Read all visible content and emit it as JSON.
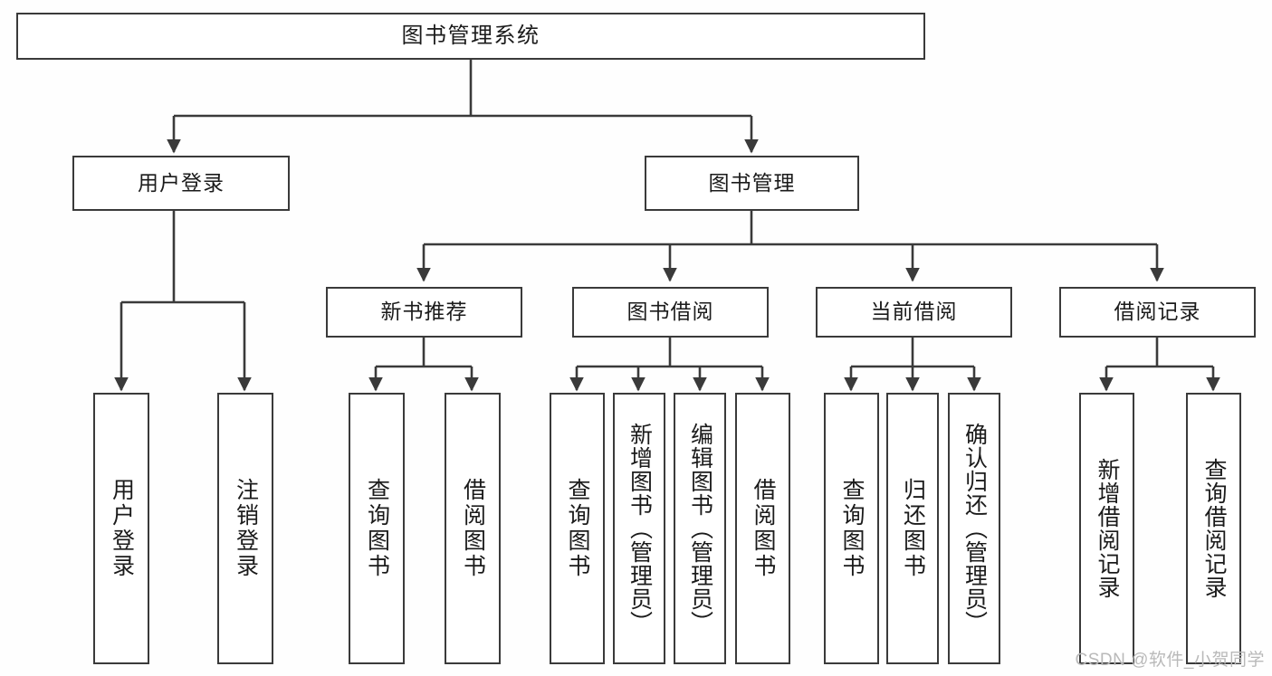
{
  "diagram": {
    "title": "图书管理系统",
    "type": "tree",
    "orientation": "top-down",
    "stroke_color": "#3a3a3a",
    "fill_color": "#ffffff",
    "background_color": "#fefefe",
    "text_color": "#1b1b1b"
  },
  "nodes": {
    "root": {
      "label": "图书管理系统"
    },
    "level2": [
      {
        "id": "user-login",
        "label": "用户登录"
      },
      {
        "id": "book-manage",
        "label": "图书管理"
      }
    ],
    "level3": [
      {
        "id": "new-book-recommend",
        "label": "新书推荐"
      },
      {
        "id": "book-borrow",
        "label": "图书借阅"
      },
      {
        "id": "current-borrow",
        "label": "当前借阅"
      },
      {
        "id": "borrow-record",
        "label": "借阅记录"
      }
    ],
    "leaves": {
      "user-login": [
        {
          "id": "leaf-user-login",
          "label": "用户登录"
        },
        {
          "id": "leaf-logout",
          "label": "注销登录"
        }
      ],
      "new-book-recommend": [
        {
          "id": "leaf-query-book-1",
          "label": "查询图书"
        },
        {
          "id": "leaf-borrow-book-1",
          "label": "借阅图书"
        }
      ],
      "book-borrow": [
        {
          "id": "leaf-query-book-2",
          "label": "查询图书"
        },
        {
          "id": "leaf-add-book",
          "label": "新增图书（管理员）"
        },
        {
          "id": "leaf-edit-book",
          "label": "编辑图书（管理员）"
        },
        {
          "id": "leaf-borrow-book-2",
          "label": "借阅图书"
        }
      ],
      "current-borrow": [
        {
          "id": "leaf-query-book-3",
          "label": "查询图书"
        },
        {
          "id": "leaf-return-book",
          "label": "归还图书"
        },
        {
          "id": "leaf-confirm-return",
          "label": "确认归还（管理员）"
        }
      ],
      "borrow-record": [
        {
          "id": "leaf-add-record",
          "label": "新增借阅记录"
        },
        {
          "id": "leaf-query-record",
          "label": "查询借阅记录"
        }
      ]
    }
  },
  "watermark": {
    "text": "CSDN @软件_小贺同学"
  }
}
